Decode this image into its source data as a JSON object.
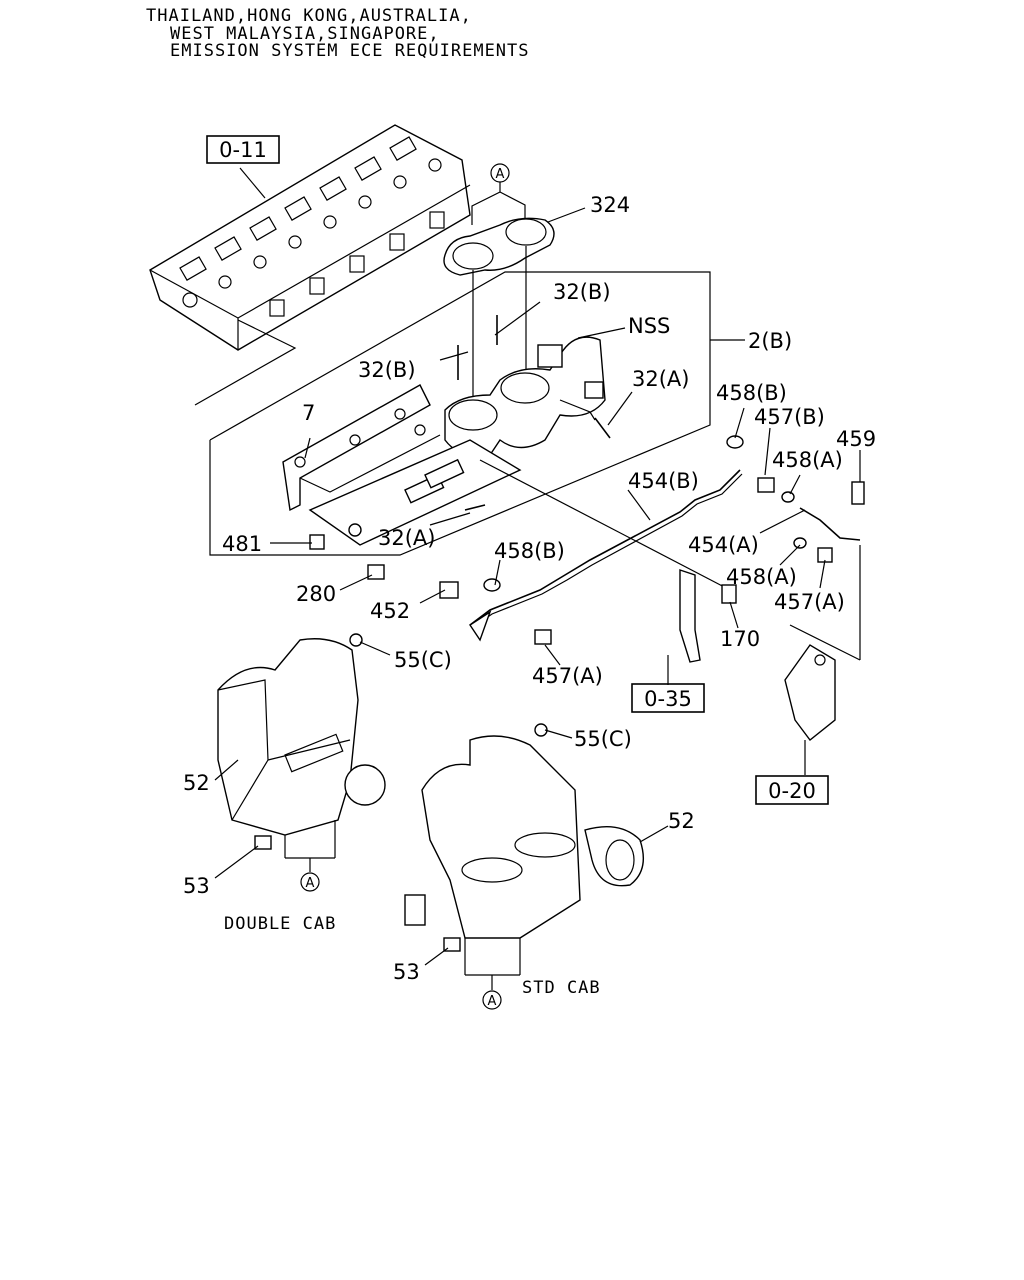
{
  "header": {
    "line1": "THAILAND,HONG KONG,AUSTRALIA,",
    "line2": "WEST MALAYSIA,SINGAPORE,",
    "line3": "EMISSION SYSTEM ECE REQUIREMENTS"
  },
  "refs": {
    "r_0_11": "0-11",
    "r_0_35": "0-35",
    "r_0_20": "0-20"
  },
  "markers": {
    "a_top": "A",
    "a_double": "A",
    "a_std": "A"
  },
  "labels": {
    "l324": "324",
    "l32b_top": "32(B)",
    "nss": "NSS",
    "l2b": "2(B)",
    "l32b_left": "32(B)",
    "l32a_right": "32(A)",
    "l458b_top": "458(B)",
    "l457b": "457(B)",
    "l459": "459",
    "l458a_top": "458(A)",
    "l7": "7",
    "l454b": "454(B)",
    "l454a": "454(A)",
    "l481": "481",
    "l32a_mid": "32(A)",
    "l458b_mid": "458(B)",
    "l458a_mid": "458(A)",
    "l457a_right": "457(A)",
    "l280": "280",
    "l452": "452",
    "l170": "170",
    "l55c_top": "55(C)",
    "l457a_mid": "457(A)",
    "l55c_bottom": "55(C)",
    "l52_left": "52",
    "l52_right": "52",
    "l53_left": "53",
    "l53_bottom": "53"
  },
  "captions": {
    "double_cab": "DOUBLE CAB",
    "std_cab": "STD CAB"
  }
}
